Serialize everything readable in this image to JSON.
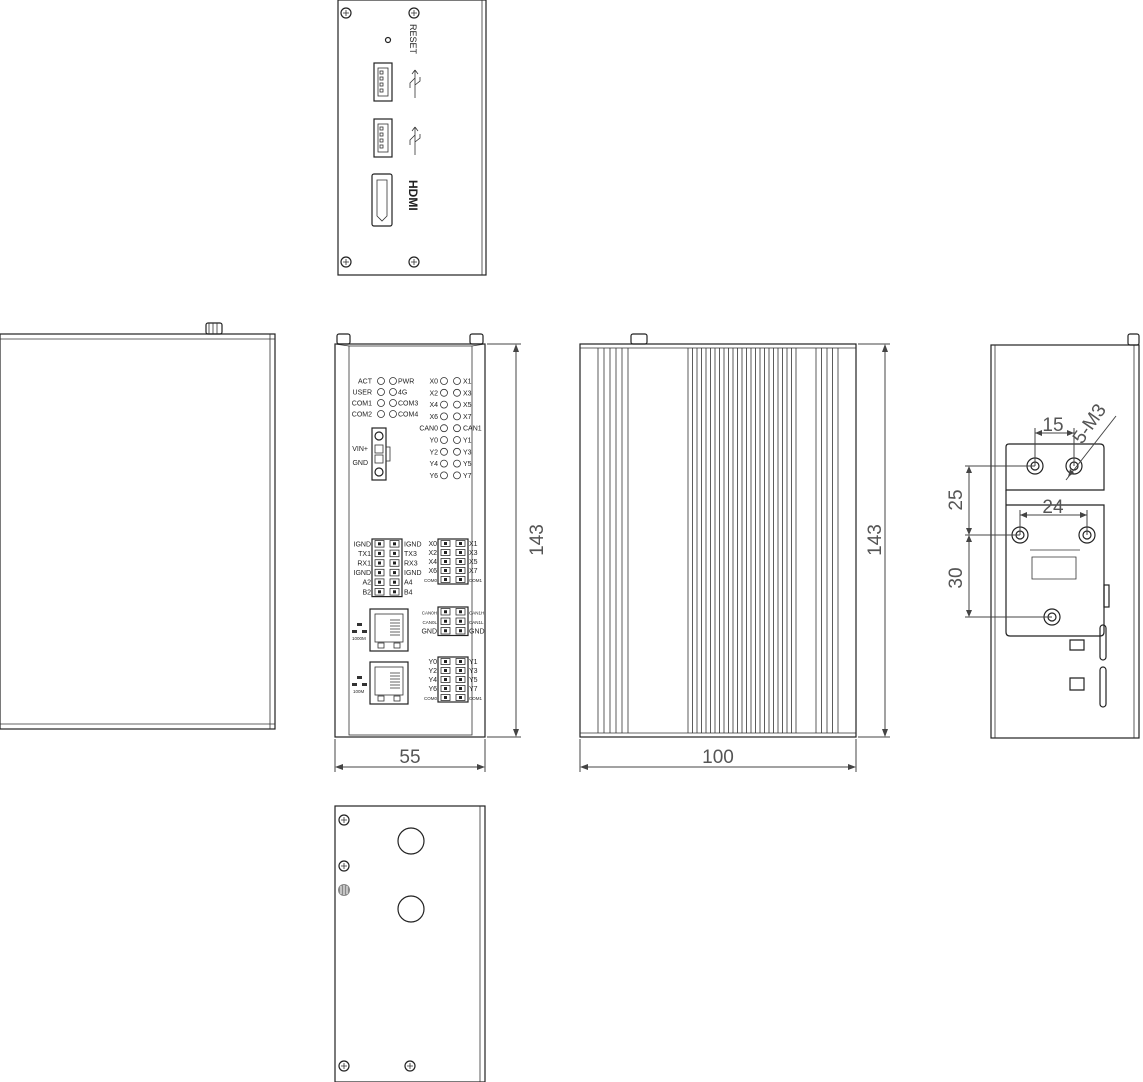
{
  "top_panel": {
    "reset_label": "RESET",
    "hdmi_label": "HDMI"
  },
  "front_panel": {
    "status_leds": [
      {
        "left": "ACT",
        "right": "PWR"
      },
      {
        "left": "USER",
        "right": "4G"
      },
      {
        "left": "COM1",
        "right": "COM3"
      },
      {
        "left": "COM2",
        "right": "COM4"
      }
    ],
    "io_leds": [
      {
        "left": "X0",
        "right": "X1"
      },
      {
        "left": "X2",
        "right": "X3"
      },
      {
        "left": "X4",
        "right": "X5"
      },
      {
        "left": "X6",
        "right": "X7"
      },
      {
        "left": "CAN0",
        "right": "CAN1"
      },
      {
        "left": "Y0",
        "right": "Y1"
      },
      {
        "left": "Y2",
        "right": "Y3"
      },
      {
        "left": "Y4",
        "right": "Y5"
      },
      {
        "left": "Y6",
        "right": "Y7"
      }
    ],
    "power_labels": [
      "VIN+",
      "GND"
    ],
    "serial_left": [
      "IGND",
      "TX1",
      "RX1",
      "IGND",
      "A2",
      "B2"
    ],
    "serial_right": [
      "IGND",
      "TX3",
      "RX3",
      "IGND",
      "A4",
      "B4"
    ],
    "x_left": [
      "X0",
      "X2",
      "X4",
      "X6",
      "COM0"
    ],
    "x_right": [
      "X1",
      "X3",
      "X5",
      "X7",
      "COM1"
    ],
    "can_left": [
      "CAN0H",
      "CAN0L",
      "GND"
    ],
    "can_right": [
      "CAN1H",
      "CAN1L",
      "GND"
    ],
    "y_left": [
      "Y0",
      "Y2",
      "Y4",
      "Y6",
      "COM0"
    ],
    "y_right": [
      "Y1",
      "Y3",
      "Y5",
      "Y7",
      "COM1"
    ],
    "eth1_label": "1000M",
    "eth2_label": "100M"
  },
  "dimensions": {
    "front_height": "143",
    "front_width": "55",
    "side_height": "143",
    "side_depth": "100",
    "mount_15": "15",
    "mount_m3": "5-M3",
    "mount_25": "25",
    "mount_24": "24",
    "mount_30": "30"
  }
}
